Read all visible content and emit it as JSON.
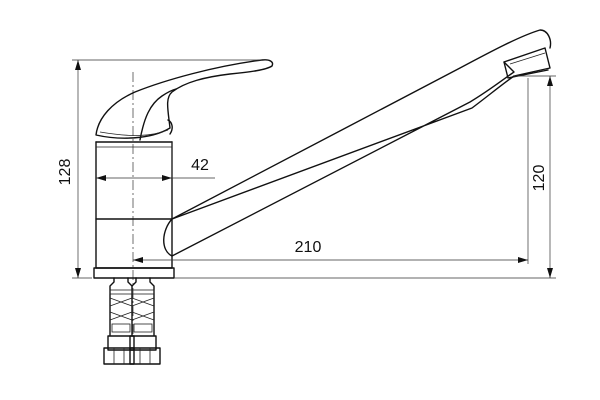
{
  "dimensions": {
    "total_height": "128",
    "body_width": "42",
    "spout_reach": "210",
    "spout_height": "120"
  },
  "colors": {
    "line": "#111111",
    "background": "#ffffff"
  }
}
